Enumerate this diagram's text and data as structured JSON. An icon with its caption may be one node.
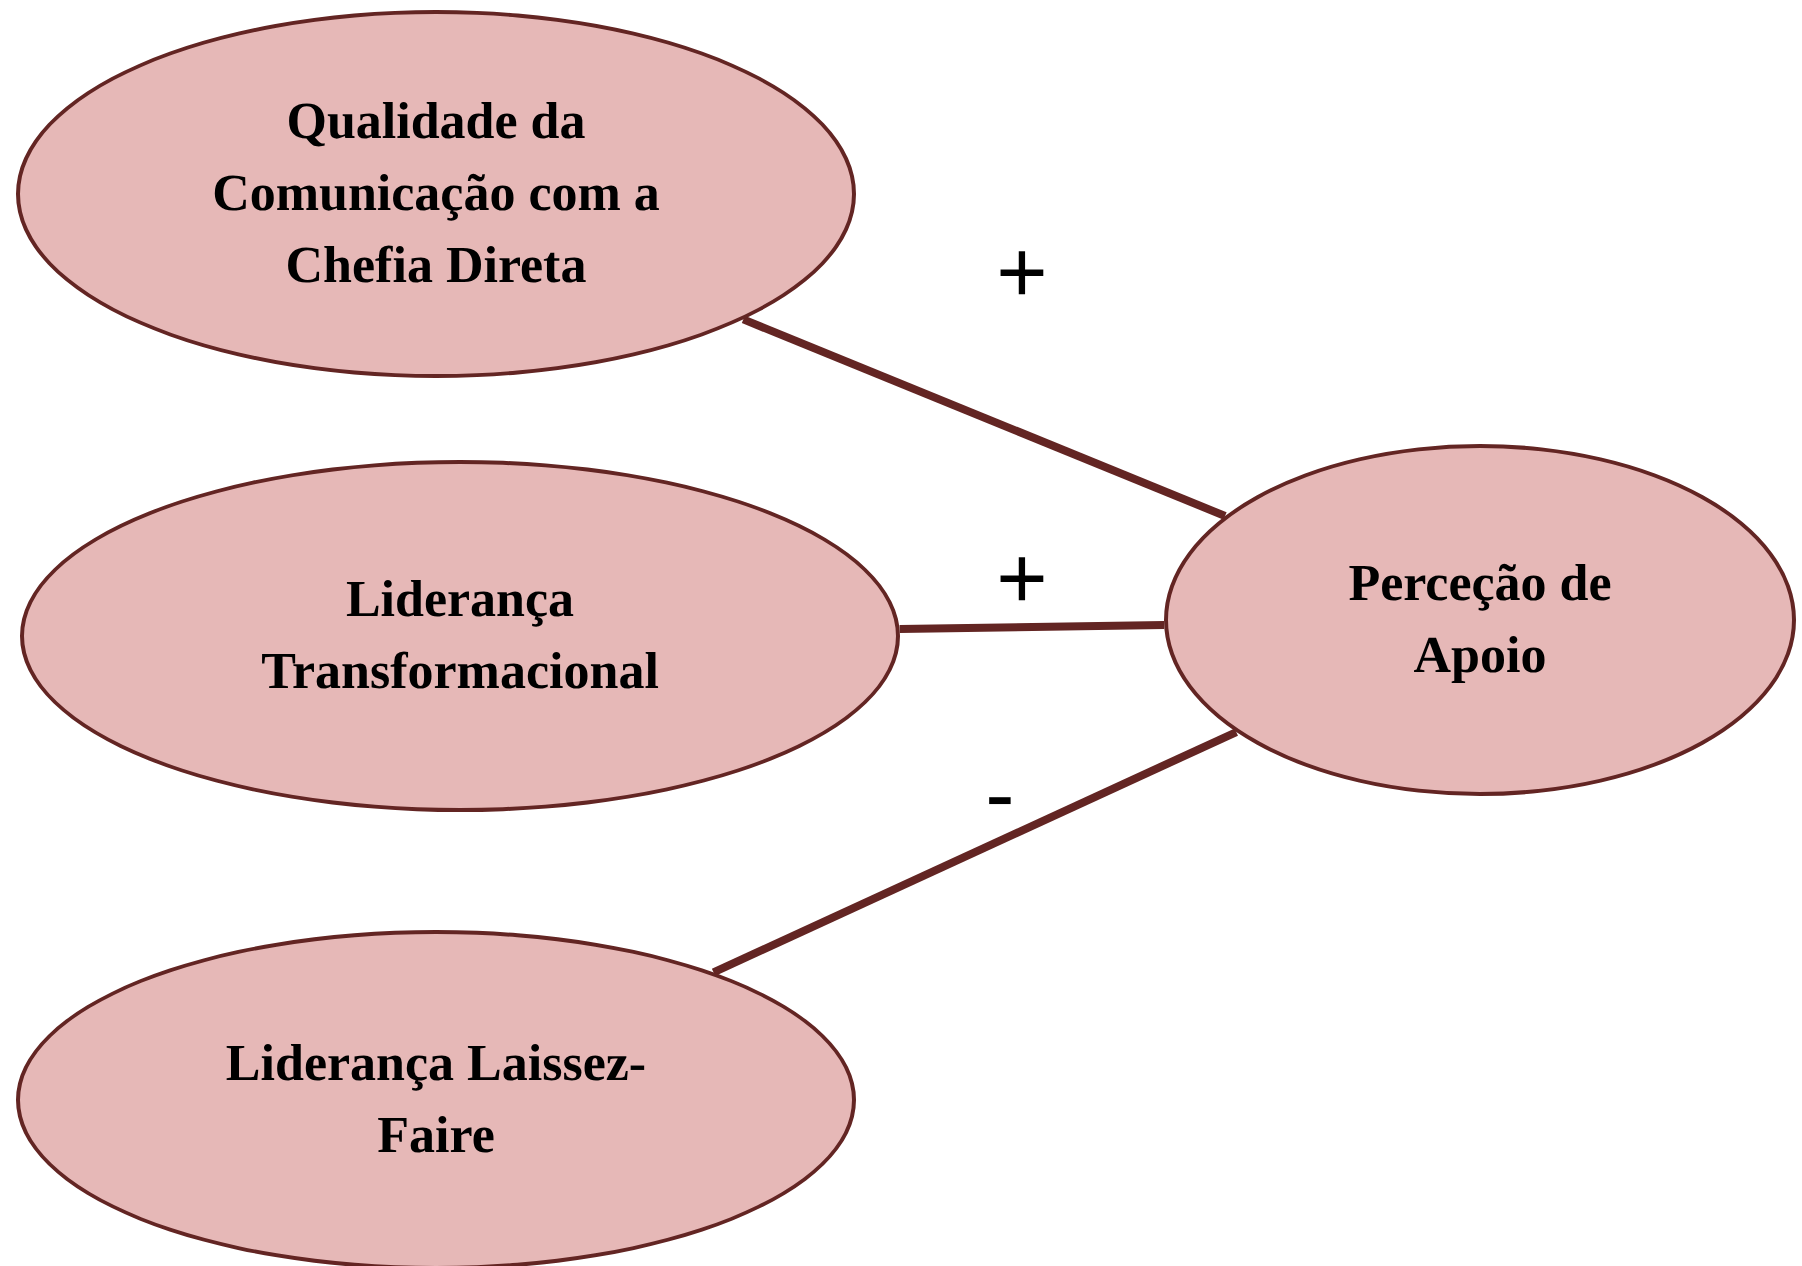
{
  "diagram": {
    "nodes": [
      {
        "text": [
          "Qualidade da Comunicação com a Chefia Direta"
        ]
      },
      {
        "text": [
          "Liderança Transformacional"
        ]
      },
      {
        "text": [
          "Liderança Laissez-Faire"
        ]
      },
      {
        "text": [
          "Perceção de Apoio"
        ]
      }
    ],
    "edges": [
      {
        "from": 0,
        "to": 3,
        "arrow": "none",
        "label": "+"
      },
      {
        "from": 1,
        "to": 3,
        "arrow": "none",
        "label": "+"
      },
      {
        "from": 2,
        "to": 3,
        "arrow": "none",
        "label": "-"
      }
    ]
  }
}
